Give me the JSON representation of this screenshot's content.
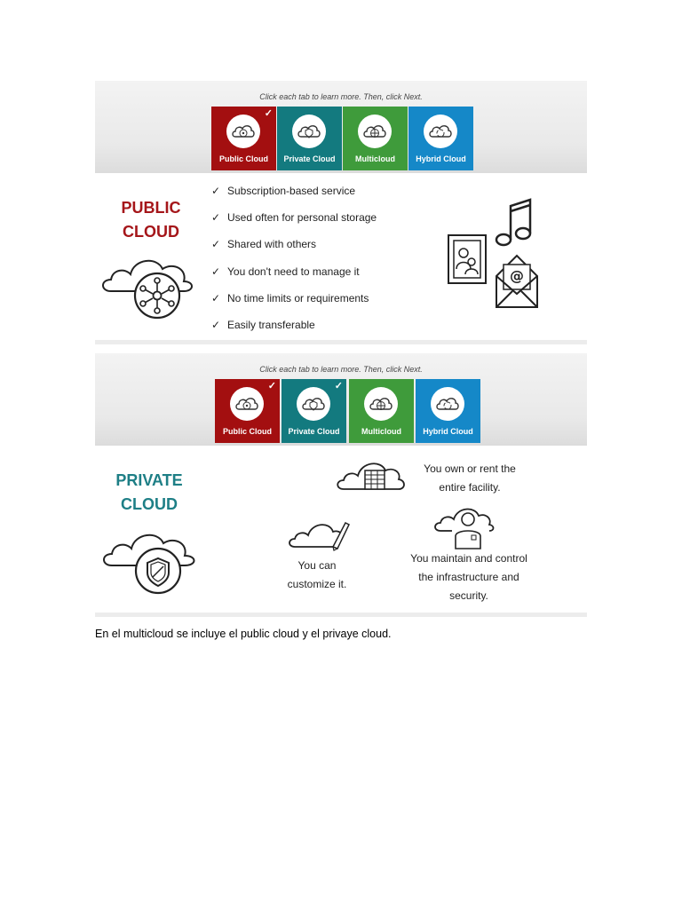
{
  "tab_instruction": "Click each tab to learn more. Then, click Next.",
  "tabs": [
    {
      "label": "Public Cloud",
      "icon": "network-cloud-icon",
      "color": "#a30f10"
    },
    {
      "label": "Private Cloud",
      "icon": "shield-cloud-icon",
      "color": "#137a7f"
    },
    {
      "label": "Multicloud",
      "icon": "grid-cloud-icon",
      "color": "#3f9b3b"
    },
    {
      "label": "Hybrid Cloud",
      "icon": "cycle-cloud-icon",
      "color": "#1588c8"
    }
  ],
  "check_mark": "✓",
  "public_cloud": {
    "title_line1": "PUBLIC",
    "title_line2": "CLOUD",
    "title_color": "#a5161a",
    "features": [
      "Subscription-based service",
      "Used often for personal storage",
      "Shared with others",
      "You don't need to manage it",
      "No time limits or requirements",
      "Easily transferable"
    ],
    "icons": [
      "network-cloud-icon",
      "photo-frame-icon",
      "music-note-icon",
      "email-envelope-icon"
    ]
  },
  "private_cloud": {
    "title_line1": "PRIVATE",
    "title_line2": "CLOUD",
    "title_color": "#1e7f86",
    "facility_line1": "You own or rent the",
    "facility_line2": "entire facility.",
    "customize_line1": "You can",
    "customize_line2": "customize it.",
    "maintain_line1": "You maintain and control",
    "maintain_line2": "the infrastructure and",
    "maintain_line3": "security.",
    "icons": [
      "shield-cloud-icon",
      "building-cloud-icon",
      "pencil-cloud-icon",
      "person-cloud-icon"
    ]
  },
  "caption": "En el multicloud se incluye el public cloud y el privaye cloud."
}
